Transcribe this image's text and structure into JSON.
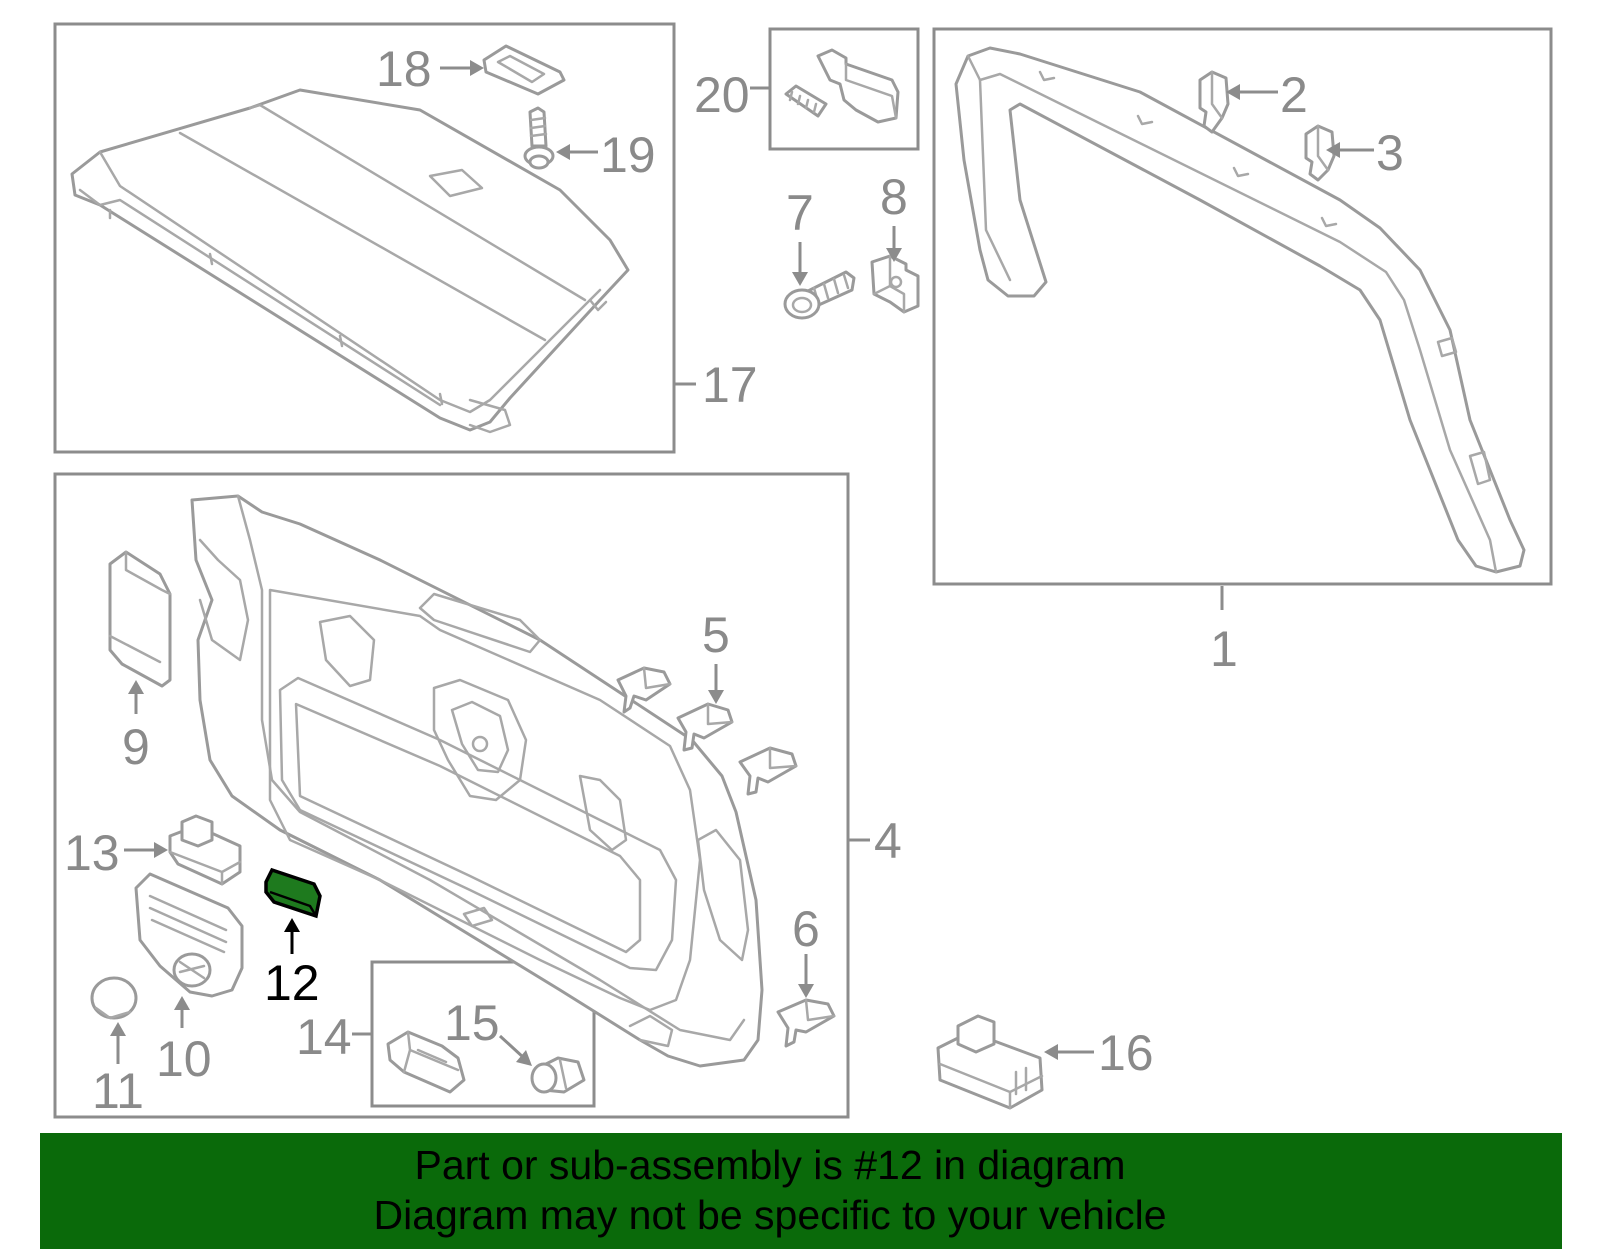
{
  "colors": {
    "banner_background": "#0a6a0a",
    "highlight_part": "#1e7a1e",
    "outline_gray": "#9a9a9a",
    "label_gray": "#8a8a8a"
  },
  "callouts": {
    "c1": "1",
    "c2": "2",
    "c3": "3",
    "c4": "4",
    "c5": "5",
    "c6": "6",
    "c7": "7",
    "c8": "8",
    "c9": "9",
    "c10": "10",
    "c11": "11",
    "c12": "12",
    "c13": "13",
    "c14": "14",
    "c15": "15",
    "c16": "16",
    "c17": "17",
    "c18": "18",
    "c19": "19",
    "c20": "20"
  },
  "highlighted_part": "12",
  "banner": {
    "line1": "Part or sub-assembly is #12 in diagram",
    "line2": "Diagram may not be specific to your vehicle"
  }
}
